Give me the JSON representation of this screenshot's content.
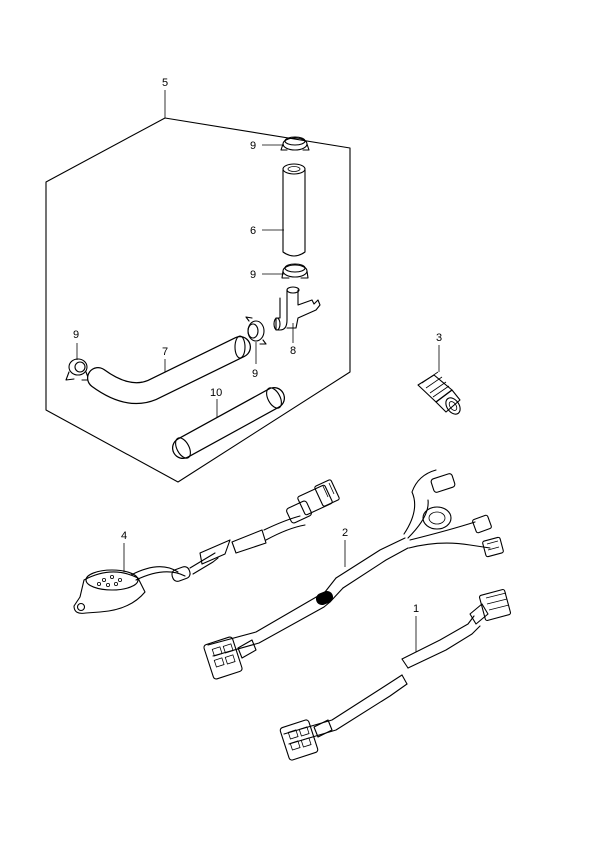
{
  "callouts": {
    "c5": "5",
    "c9a": "9",
    "c6": "6",
    "c9b": "9",
    "c9c": "9",
    "c8": "8",
    "c9d": "9",
    "c7": "7",
    "c10": "10",
    "c3": "3",
    "c4": "4",
    "c2": "2",
    "c1": "1"
  }
}
